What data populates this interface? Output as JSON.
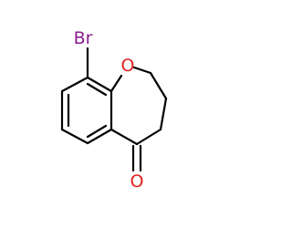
{
  "molecule": {
    "atoms": {
      "bromine": "Br",
      "ether_oxygen": "O",
      "carbonyl_oxygen": "O"
    },
    "colors": {
      "bond": "#000000",
      "bromine": "#8b1e8b",
      "oxygen": "#e02020"
    }
  }
}
